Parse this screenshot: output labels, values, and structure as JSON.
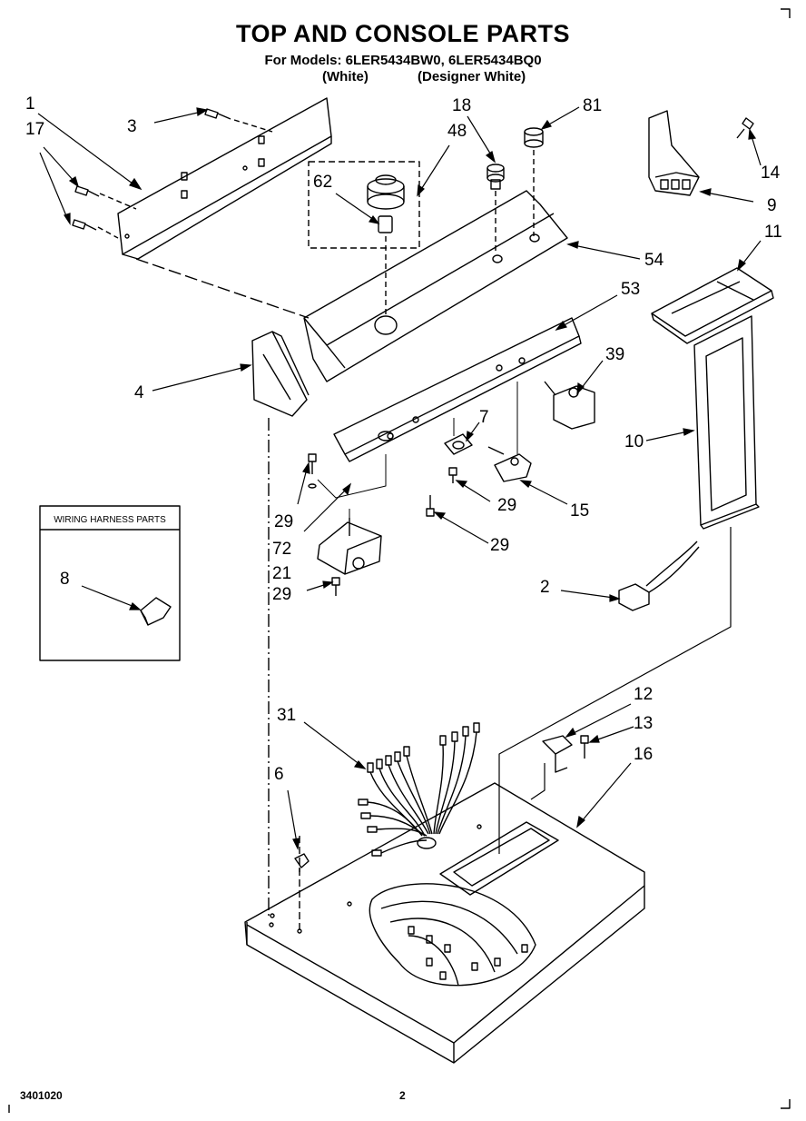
{
  "header": {
    "title": "TOP AND CONSOLE PARTS",
    "models_line": "For Models: 6LER5434BW0, 6LER5434BQ0",
    "color_white": "(White)",
    "color_designer": "(Designer White)"
  },
  "inset": {
    "title": "WIRING HARNESS PARTS"
  },
  "callouts": [
    "1",
    "17",
    "3",
    "48",
    "18",
    "81",
    "14",
    "9",
    "62",
    "54",
    "11",
    "53",
    "4",
    "39",
    "7",
    "10",
    "29",
    "29",
    "15",
    "72",
    "29",
    "21",
    "29",
    "2",
    "8",
    "12",
    "13",
    "31",
    "16",
    "6"
  ],
  "footer": {
    "doc_number": "3401020",
    "page_number": "2"
  }
}
